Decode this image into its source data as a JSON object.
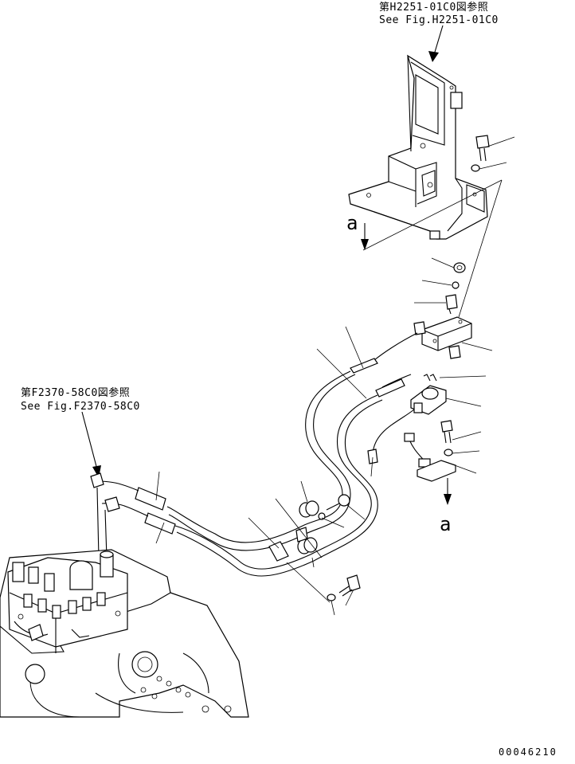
{
  "references": {
    "top": {
      "line1": "第H2251-01C0図参照",
      "line2": "See Fig.H2251-01C0"
    },
    "left": {
      "line1": "第F2370-58C0図参照",
      "line2": "See Fig.F2370-58C0"
    }
  },
  "view_marks": {
    "upper": "a",
    "lower": "a"
  },
  "drawing_number": "00046210"
}
